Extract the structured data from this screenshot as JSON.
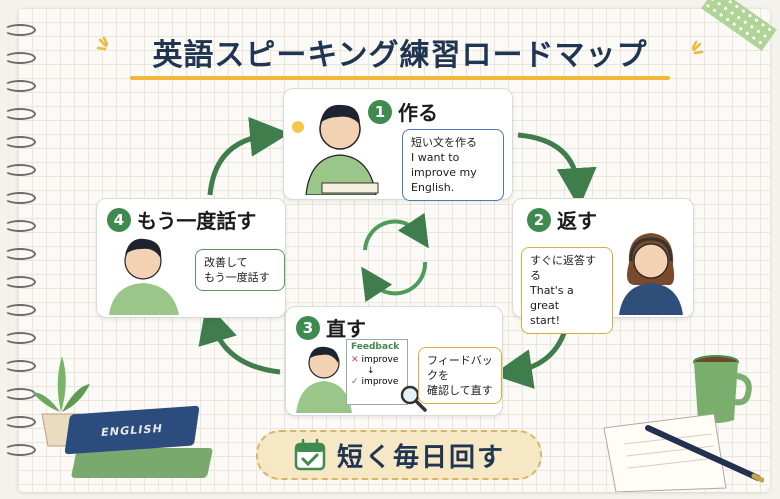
{
  "title": "英語スピーキング練習ロードマップ",
  "steps": [
    {
      "number": "1",
      "title": "作る",
      "bubble": [
        "短い文を作る",
        "I want to",
        "improve my",
        "English."
      ]
    },
    {
      "number": "2",
      "title": "返す",
      "bubble": [
        "すぐに返答する",
        "That's a great",
        "start!"
      ]
    },
    {
      "number": "3",
      "title": "直す",
      "bubble": [
        "フィードバックを",
        "確認して直す"
      ],
      "feedback": {
        "header": "Feedback",
        "wrong": "improve",
        "right": "improve"
      }
    },
    {
      "number": "4",
      "title": "もう一度話す",
      "bubble": [
        "改善して",
        "もう一度話す"
      ]
    }
  ],
  "book_label": "ENGLISH",
  "bottom_label": "短く毎日回す",
  "colors": {
    "accent_green": "#3f8a4f",
    "title_navy": "#1f3552",
    "underline_yellow": "#f2b739"
  }
}
